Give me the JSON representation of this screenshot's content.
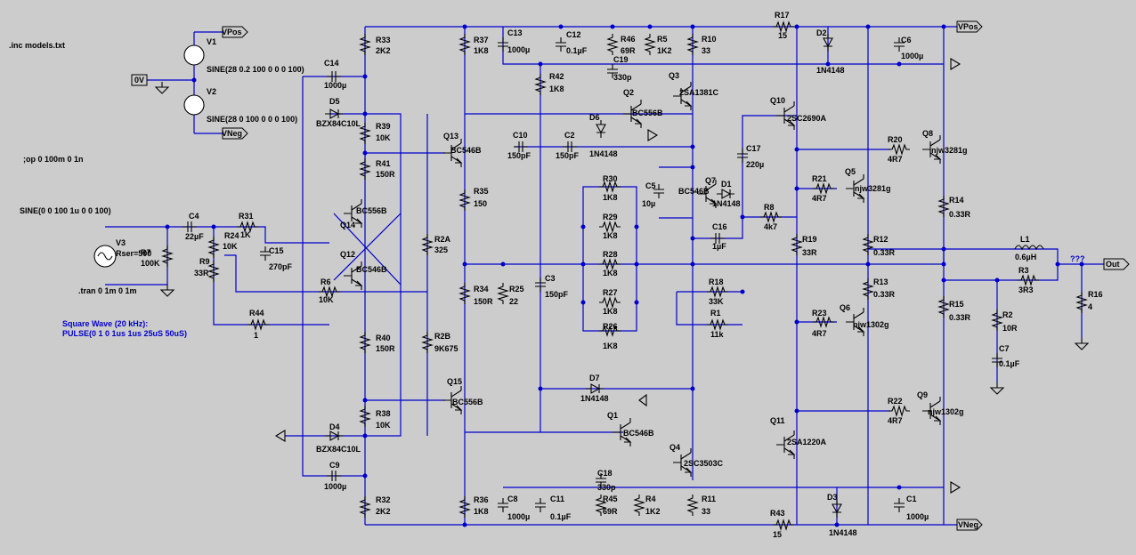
{
  "colors": {
    "background": "#cccccc",
    "wire": "#0000cc",
    "component": "#000000",
    "directive": "#0000cc"
  },
  "directives": {
    "inc": ".inc models.txt",
    "op": ";op 0 100m 0 1n",
    "sine_src": "SINE(0 0 100 1u 0 0 100)",
    "tran": ".tran 0 1m 0 1m",
    "square_title": "Square Wave (20 kHz):",
    "square_pulse": "PULSE(0 1 0 1us 1us 25uS 50uS)"
  },
  "nets": {
    "vpos": "VPos",
    "vneg": "VNeg",
    "zero": "0V",
    "out": "Out",
    "unknown": "???"
  },
  "sources": {
    "v1_name": "V1",
    "v1_value": "SINE(28 0.2 100 0 0 0 100)",
    "v2_name": "V2",
    "v2_value": "SINE(28 0 100 0 0 0 100)",
    "v3_name": "V3",
    "v3_rser": "Rser=500"
  },
  "components": [
    {
      "id": "c14",
      "name": "C14",
      "value": "1000µ"
    },
    {
      "id": "d5",
      "name": "D5",
      "value": "BZX84C10L"
    },
    {
      "id": "r33",
      "name": "R33",
      "value": "2K2"
    },
    {
      "id": "r39",
      "name": "R39",
      "value": "10K"
    },
    {
      "id": "r41",
      "name": "R41",
      "value": "150R"
    },
    {
      "id": "q14",
      "name": "Q14",
      "value": "BC556B"
    },
    {
      "id": "q12",
      "name": "Q12",
      "value": "BC546B"
    },
    {
      "id": "r2a",
      "name": "R2A",
      "value": "325"
    },
    {
      "id": "r2b",
      "name": "R2B",
      "value": "9K675"
    },
    {
      "id": "r40",
      "name": "R40",
      "value": "150R"
    },
    {
      "id": "r38",
      "name": "R38",
      "value": "10K"
    },
    {
      "id": "d4",
      "name": "D4",
      "value": "BZX84C10L"
    },
    {
      "id": "c9",
      "name": "C9",
      "value": "1000µ"
    },
    {
      "id": "r32",
      "name": "R32",
      "value": "2K2"
    },
    {
      "id": "c4",
      "name": "C4",
      "value": "22µF"
    },
    {
      "id": "r31",
      "name": "R31",
      "value": "1K"
    },
    {
      "id": "r24",
      "name": "R24",
      "value": "10K"
    },
    {
      "id": "r9",
      "name": "R9",
      "value": "33R"
    },
    {
      "id": "c15",
      "name": "C15",
      "value": "270pF"
    },
    {
      "id": "r7",
      "name": "R7",
      "value": "100K"
    },
    {
      "id": "r6",
      "name": "R6",
      "value": "10K"
    },
    {
      "id": "r44",
      "name": "R44",
      "value": "1"
    },
    {
      "id": "r37",
      "name": "R37",
      "value": "1K8"
    },
    {
      "id": "q13",
      "name": "Q13",
      "value": "BC546B"
    },
    {
      "id": "r35",
      "name": "R35",
      "value": "150"
    },
    {
      "id": "r34",
      "name": "R34",
      "value": "150R"
    },
    {
      "id": "r25",
      "name": "R25",
      "value": "22"
    },
    {
      "id": "q15",
      "name": "Q15",
      "value": "BC556B"
    },
    {
      "id": "r36",
      "name": "R36",
      "value": "1K8"
    },
    {
      "id": "c13",
      "name": "C13",
      "value": "1000µ"
    },
    {
      "id": "c12",
      "name": "C12",
      "value": "0.1µF"
    },
    {
      "id": "r42",
      "name": "R42",
      "value": "1K8"
    },
    {
      "id": "c10",
      "name": "C10",
      "value": "150pF"
    },
    {
      "id": "c2",
      "name": "C2",
      "value": "150pF"
    },
    {
      "id": "c3",
      "name": "C3",
      "value": "150pF"
    },
    {
      "id": "r46",
      "name": "R46",
      "value": "69R"
    },
    {
      "id": "c19",
      "name": "C19",
      "value": "330p"
    },
    {
      "id": "r5",
      "name": "R5",
      "value": "1K2"
    },
    {
      "id": "q2",
      "name": "Q2",
      "value": "BC556B"
    },
    {
      "id": "d6",
      "name": "D6",
      "value": "1N4148"
    },
    {
      "id": "r10",
      "name": "R10",
      "value": "33"
    },
    {
      "id": "q3",
      "name": "Q3",
      "value": "2SA1381C"
    },
    {
      "id": "r30",
      "name": "R30",
      "value": "1K8"
    },
    {
      "id": "r29",
      "name": "R29",
      "value": "1K8"
    },
    {
      "id": "r28",
      "name": "R28",
      "value": "1K8"
    },
    {
      "id": "r27",
      "name": "R27",
      "value": "1K8"
    },
    {
      "id": "r26",
      "name": "R26",
      "value": "1K8"
    },
    {
      "id": "c5",
      "name": "C5",
      "value": "10µ"
    },
    {
      "id": "q7",
      "name": "Q7",
      "value": "BC546B"
    },
    {
      "id": "d1",
      "name": "D1",
      "value": "1N4148"
    },
    {
      "id": "c17",
      "name": "C17",
      "value": "220µ"
    },
    {
      "id": "c16",
      "name": "C16",
      "value": "1µF"
    },
    {
      "id": "r8",
      "name": "R8",
      "value": "4k7"
    },
    {
      "id": "r18",
      "name": "R18",
      "value": "33K"
    },
    {
      "id": "r1",
      "name": "R1",
      "value": "11k"
    },
    {
      "id": "d7",
      "name": "D7",
      "value": "1N4148"
    },
    {
      "id": "q1",
      "name": "Q1",
      "value": "BC546B"
    },
    {
      "id": "c18",
      "name": "C18",
      "value": "330p"
    },
    {
      "id": "r45",
      "name": "R45",
      "value": "69R"
    },
    {
      "id": "r4",
      "name": "R4",
      "value": "1K2"
    },
    {
      "id": "q4",
      "name": "Q4",
      "value": "2SC3503C"
    },
    {
      "id": "r11",
      "name": "R11",
      "value": "33"
    },
    {
      "id": "c8",
      "name": "C8",
      "value": "1000µ"
    },
    {
      "id": "c11",
      "name": "C11",
      "value": "0.1µF"
    },
    {
      "id": "r17",
      "name": "R17",
      "value": "15"
    },
    {
      "id": "r43",
      "name": "R43",
      "value": "15"
    },
    {
      "id": "d2",
      "name": "D2",
      "value": "1N4148"
    },
    {
      "id": "d3",
      "name": "D3",
      "value": "1N4148"
    },
    {
      "id": "c6",
      "name": "C6",
      "value": "1000µ"
    },
    {
      "id": "c1",
      "name": "C1",
      "value": "1000µ"
    },
    {
      "id": "q10",
      "name": "Q10",
      "value": "2SC2690A"
    },
    {
      "id": "q11",
      "name": "Q11",
      "value": "2SA1220A"
    },
    {
      "id": "r21",
      "name": "R21",
      "value": "4R7"
    },
    {
      "id": "r19",
      "name": "R19",
      "value": "33R"
    },
    {
      "id": "r23",
      "name": "R23",
      "value": "4R7"
    },
    {
      "id": "q5",
      "name": "Q5",
      "value": "njw3281g"
    },
    {
      "id": "q6",
      "name": "Q6",
      "value": "njw1302g"
    },
    {
      "id": "r12",
      "name": "R12",
      "value": "0.33R"
    },
    {
      "id": "r13",
      "name": "R13",
      "value": "0.33R"
    },
    {
      "id": "r20",
      "name": "R20",
      "value": "4R7"
    },
    {
      "id": "r22",
      "name": "R22",
      "value": "4R7"
    },
    {
      "id": "q8",
      "name": "Q8",
      "value": "njw3281g"
    },
    {
      "id": "q9",
      "name": "Q9",
      "value": "njw1302g"
    },
    {
      "id": "r14",
      "name": "R14",
      "value": "0.33R"
    },
    {
      "id": "r15",
      "name": "R15",
      "value": "0.33R"
    },
    {
      "id": "l1",
      "name": "L1",
      "value": "0.6µH"
    },
    {
      "id": "r3",
      "name": "R3",
      "value": "3R3"
    },
    {
      "id": "r2",
      "name": "R2",
      "value": "10R"
    },
    {
      "id": "c7",
      "name": "C7",
      "value": "0.1µF"
    },
    {
      "id": "r16",
      "name": "R16",
      "value": "4"
    }
  ]
}
